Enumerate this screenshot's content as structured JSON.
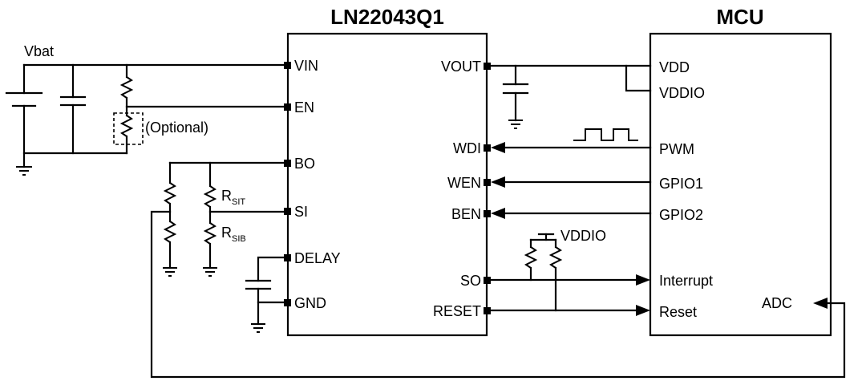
{
  "chips": {
    "regulator": {
      "title": "LN22043Q1",
      "left_pins": [
        "VIN",
        "EN",
        "BO",
        "SI",
        "DELAY",
        "GND"
      ],
      "right_pins": [
        "VOUT",
        "WDI",
        "WEN",
        "BEN",
        "SO",
        "RESET"
      ]
    },
    "mcu": {
      "title": "MCU",
      "pins": [
        "VDD",
        "VDDIO",
        "PWM",
        "GPIO1",
        "GPIO2",
        "Interrupt",
        "Reset",
        "ADC"
      ]
    }
  },
  "labels": {
    "vbat": "Vbat",
    "optional": "(Optional)",
    "vddio_pullup": "VDDIO",
    "r_sit_main": "R",
    "r_sit_sub": "SIT",
    "r_sib_main": "R",
    "r_sib_sub": "SIB"
  }
}
